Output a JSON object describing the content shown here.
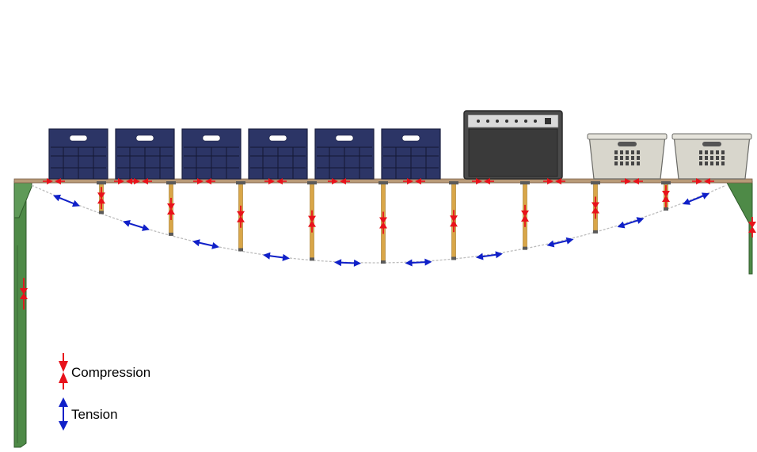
{
  "legend": {
    "compression_label": "Compression",
    "tension_label": "Tension"
  },
  "colors": {
    "compression": "#e8121b",
    "tension": "#1020c8",
    "support_green": "#4e8a47",
    "shelf_board": "#b89a78",
    "strut": "#d9a648",
    "crate": "#2c3566",
    "amplifier": "#3b3b3b",
    "basket": "#d8d6cc",
    "cable": "#b8b8b8"
  },
  "icons": {
    "compression": "inward-double-arrow-icon",
    "tension": "outward-double-arrow-icon"
  },
  "objects": {
    "crates": 6,
    "amplifiers": 1,
    "baskets": 2,
    "struts": 9
  }
}
